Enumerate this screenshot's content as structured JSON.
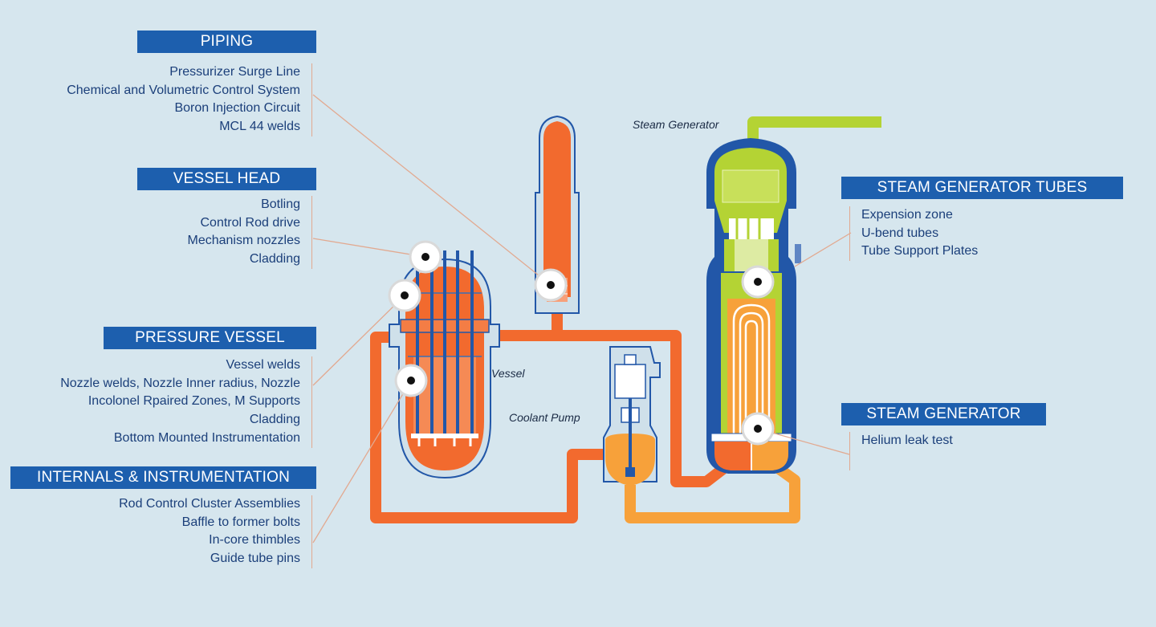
{
  "components": {
    "steam_generator": "Steam Generator",
    "vessel": "Vessel",
    "coolant_pump": "Coolant Pump"
  },
  "sections": {
    "piping": {
      "title": "PIPING",
      "items": [
        "Pressurizer Surge Line",
        "Chemical and Volumetric Control System",
        "Boron Injection Circuit",
        "MCL 44 welds"
      ]
    },
    "vessel_head": {
      "title": "VESSEL HEAD",
      "items": [
        "Botling",
        "Control Rod drive",
        "Mechanism nozzles",
        "Cladding"
      ]
    },
    "pressure_vessel": {
      "title": "PRESSURE VESSEL",
      "items": [
        "Vessel welds",
        "Nozzle welds, Nozzle Inner radius, Nozzle",
        "Incolonel Rpaired Zones, M Supports",
        "Cladding",
        "Bottom Mounted Instrumentation"
      ]
    },
    "internals": {
      "title": "INTERNALS & INSTRUMENTATION",
      "items": [
        "Rod Control Cluster Assemblies",
        "Baffle to former bolts",
        "In-core thimbles",
        "Guide tube pins"
      ]
    },
    "sg_tubes": {
      "title": "STEAM GENERATOR TUBES",
      "items": [
        "Expension zone",
        "U-bend tubes",
        "Tube Support Plates"
      ]
    },
    "steam_generator": {
      "title": "STEAM GENERATOR",
      "items": [
        "Helium leak test"
      ]
    }
  },
  "colors": {
    "background": "#d6e6ee",
    "header": "#1d5fae",
    "list_text": "#1b3f7a",
    "hot_leg": "#f26a2e",
    "cold_leg": "#f7a13a",
    "steam": "#b4d334",
    "shell": "#2257a8",
    "leader": "#e2a990"
  }
}
